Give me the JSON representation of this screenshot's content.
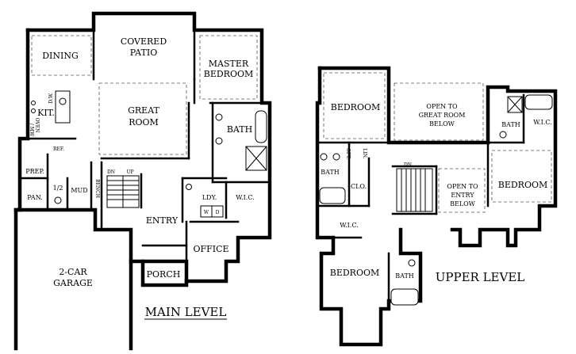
{
  "main_level": {
    "title": "MAIN LEVEL",
    "rooms": {
      "dining": "DINING",
      "covered_patio_1": "COVERED",
      "covered_patio_2": "PATIO",
      "master_bedroom_1": "MASTER",
      "master_bedroom_2": "BEDROOM",
      "kit": "KIT.",
      "dw": "D.W.",
      "great_room_1": "GREAT",
      "great_room_2": "ROOM",
      "bath": "BATH",
      "oven_1": "OVEN",
      "oven_2": "/ MW",
      "ref": "REF.",
      "prep": "PREP.",
      "pan": "PAN.",
      "half_bath": "1/2",
      "mud": "MUD",
      "bench": "BENCH",
      "dn": "DN",
      "up": "UP",
      "ldy": "LDY.",
      "wic": "W.I.C.",
      "w": "W",
      "d": "D",
      "entry": "ENTRY",
      "office": "OFFICE",
      "garage_1": "2-CAR",
      "garage_2": "GARAGE",
      "porch": "PORCH"
    }
  },
  "upper_level": {
    "title": "UPPER LEVEL",
    "rooms": {
      "bedroom_nw": "BEDROOM",
      "open_gr_1": "OPEN TO",
      "open_gr_2": "GREAT ROOM",
      "open_gr_3": "BELOW",
      "bath_ne": "BATH",
      "wic_ne": "W.I.C.",
      "opt": "OPT.",
      "lin": "LIN.",
      "bath_w": "BATH",
      "clo": "CLO.",
      "dn": "DN",
      "open_entry_1": "OPEN TO",
      "open_entry_2": "ENTRY",
      "open_entry_3": "BELOW",
      "bedroom_e": "BEDROOM",
      "wic_w": "W.I.C.",
      "bedroom_sw": "BEDROOM",
      "bath_s": "BATH"
    }
  }
}
